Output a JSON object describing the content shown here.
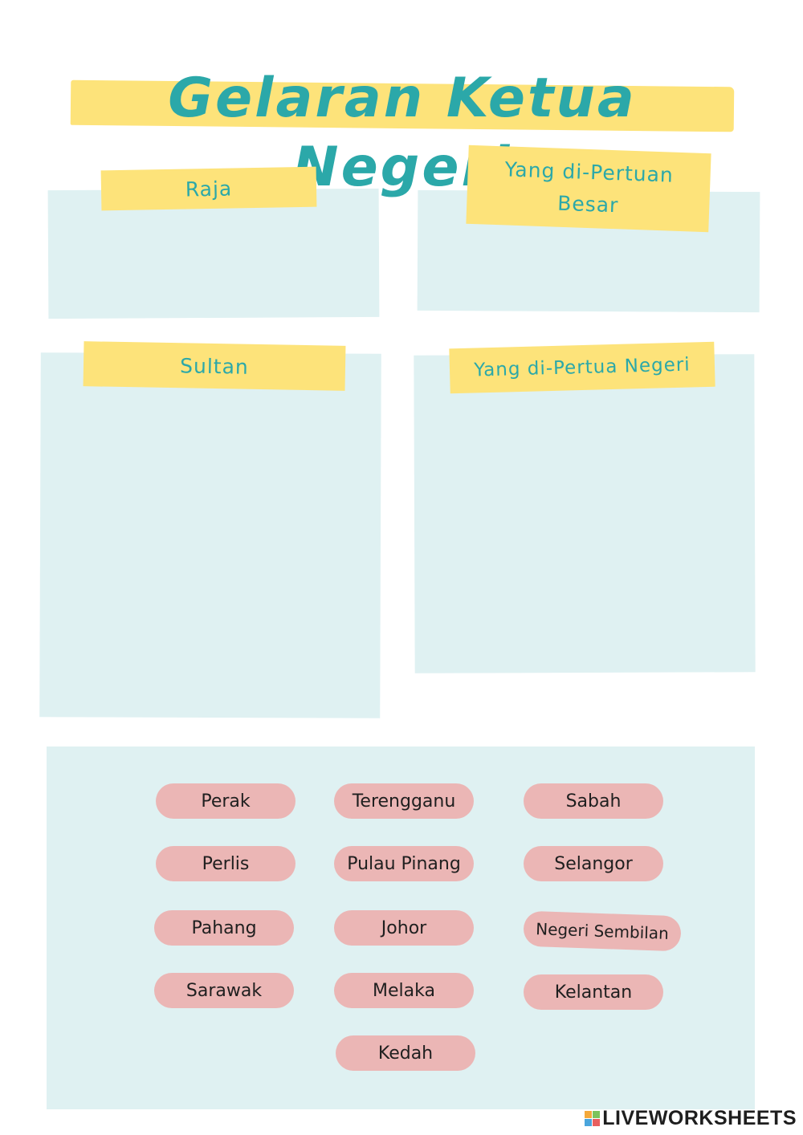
{
  "title": "Gelaran Ketua Negeri",
  "categories": {
    "raja": "Raja",
    "yang_dipertuan_besar_line1": "Yang di-Pertuan",
    "yang_dipertuan_besar_line2": "Besar",
    "sultan": "Sultan",
    "yang_dipertua_negeri": "Yang di-Pertua Negeri"
  },
  "chips": [
    "Perak",
    "Terengganu",
    "Sabah",
    "Perlis",
    "Pulau Pinang",
    "Selangor",
    "Pahang",
    "Johor",
    "Negeri Sembilan",
    "Sarawak",
    "Melaka",
    "Kelantan",
    "Kedah"
  ],
  "branding": {
    "logo_text": "LIVEWORKSHEETS",
    "logo_colors": [
      "#f4a93b",
      "#7cc35c",
      "#4aa5dc",
      "#e85f5f"
    ]
  },
  "colors": {
    "title": "#2ba8a9",
    "highlight": "#fde37a",
    "panel": "#dff1f2",
    "chip": "#ebb6b5"
  }
}
